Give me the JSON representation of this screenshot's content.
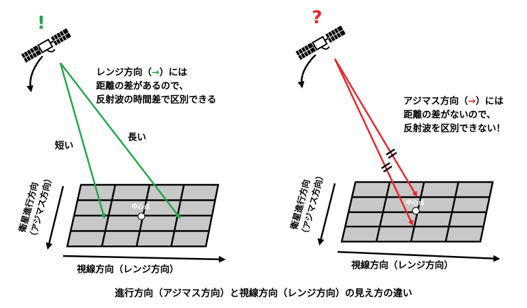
{
  "left_panel": {
    "mark": "!",
    "explanation": [
      "レンジ方向（",
      "→",
      "）には",
      "距離の差があるので、",
      "反射波の時間差で区別できる"
    ],
    "short_label": "短い",
    "long_label": "長い",
    "center_label": "中心点",
    "vertical_axis": [
      "衛星進行方向",
      "（アジマス方向）"
    ],
    "horizontal_axis": "視線方向（レンジ方向）"
  },
  "right_panel": {
    "mark": "?",
    "explanation": [
      "アジマス方向（",
      "→",
      "）には",
      "距離の差がないので、",
      "反射波を区別できない！"
    ],
    "center_label": "中心点",
    "vertical_axis": [
      "衛星進行方向",
      "（アジマス方向）"
    ],
    "horizontal_axis": "視線方向（レンジ方向）"
  },
  "caption": "進行方向（アジマス方向）と視線方向（レンジ方向）の見え方の違い",
  "colors": {
    "green": "#22a64a",
    "red": "#e8242b",
    "grid_fill": "#c8c8c8"
  }
}
